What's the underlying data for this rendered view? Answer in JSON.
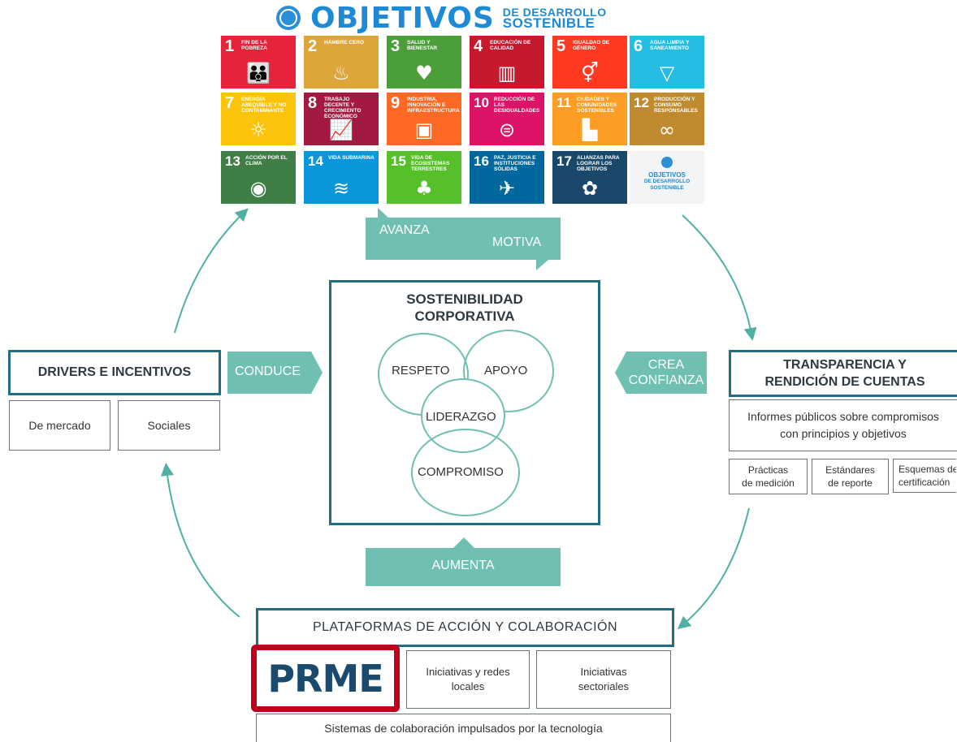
{
  "header": {
    "title_main": "OBJETIVOS",
    "title_sub_1": "DE DESARROLLO",
    "title_sub_2": "SOSTENIBLE"
  },
  "sdgs": [
    {
      "num": "1",
      "label": "Fin de la pobreza",
      "color": "#e5243b",
      "icon": "people-family-icon",
      "glyph": "👪"
    },
    {
      "num": "2",
      "label": "Hambre cero",
      "color": "#dda63a",
      "icon": "food-bowl-icon",
      "glyph": "♨"
    },
    {
      "num": "3",
      "label": "Salud y bienestar",
      "color": "#4c9f38",
      "icon": "heartbeat-icon",
      "glyph": "♥"
    },
    {
      "num": "4",
      "label": "Educación de calidad",
      "color": "#c5192d",
      "icon": "book-icon",
      "glyph": "▥"
    },
    {
      "num": "5",
      "label": "Igualdad de género",
      "color": "#ff3a21",
      "icon": "gender-equality-icon",
      "glyph": "⚥"
    },
    {
      "num": "6",
      "label": "Agua limpia y saneamiento",
      "color": "#26bde2",
      "icon": "water-drop-icon",
      "glyph": "▽"
    },
    {
      "num": "7",
      "label": "Energía asequible y no contaminante",
      "color": "#fcc30b",
      "icon": "sun-power-icon",
      "glyph": "☼"
    },
    {
      "num": "8",
      "label": "Trabajo decente y crecimiento económico",
      "color": "#a21942",
      "icon": "growth-chart-icon",
      "glyph": "📈"
    },
    {
      "num": "9",
      "label": "Industria, innovación e infraestructura",
      "color": "#fd6925",
      "icon": "cubes-icon",
      "glyph": "▣"
    },
    {
      "num": "10",
      "label": "Reducción de las desigualdades",
      "color": "#dd1367",
      "icon": "equal-sign-icon",
      "glyph": "⊜"
    },
    {
      "num": "11",
      "label": "Ciudades y comunidades sostenibles",
      "color": "#fd9d24",
      "icon": "city-buildings-icon",
      "glyph": "▙"
    },
    {
      "num": "12",
      "label": "Producción y consumo responsables",
      "color": "#bf8b2e",
      "icon": "infinity-loop-icon",
      "glyph": "∞"
    },
    {
      "num": "13",
      "label": "Acción por el clima",
      "color": "#3f7e44",
      "icon": "eye-globe-icon",
      "glyph": "◉"
    },
    {
      "num": "14",
      "label": "Vida submarina",
      "color": "#0a97d9",
      "icon": "fish-icon",
      "glyph": "≋"
    },
    {
      "num": "15",
      "label": "Vida de ecosistemas terrestres",
      "color": "#56c02b",
      "icon": "tree-icon",
      "glyph": "♣"
    },
    {
      "num": "16",
      "label": "Paz, justicia e instituciones sólidas",
      "color": "#00689d",
      "icon": "dove-icon",
      "glyph": "✈"
    },
    {
      "num": "17",
      "label": "Alianzas para lograr los objetivos",
      "color": "#19486a",
      "icon": "flower-rings-icon",
      "glyph": "✿"
    }
  ],
  "sdg_logo": {
    "line1": "OBJETIVOS",
    "line2": "DE DESARROLLO",
    "line3": "SOSTENIBLE"
  },
  "arrows": {
    "avanza": "AVANZA",
    "motiva": "MOTIVA",
    "conduce": "CONDUCE",
    "crea_1": "CREA",
    "crea_2": "CONFIANZA",
    "aumenta": "AUMENTA"
  },
  "center": {
    "title_1": "SOSTENIBILIDAD",
    "title_2": "CORPORATIVA",
    "respeto": "RESPETO",
    "apoyo": "APOYO",
    "liderazgo": "LIDERAZGO",
    "compromiso": "COMPROMISO"
  },
  "drivers": {
    "title": "DRIVERS E INCENTIVOS",
    "item_1": "De mercado",
    "item_2": "Sociales"
  },
  "transparency": {
    "title_1": "TRANSPARENCIA Y",
    "title_2": "RENDICIÓN DE CUENTAS",
    "reports_1": "Informes públicos sobre compromisos",
    "reports_2": "con principios y objetivos",
    "item_1a": "Prácticas",
    "item_1b": "de medición",
    "item_2a": "Estándares",
    "item_2b": "de reporte",
    "item_3a": "Esquemas de",
    "item_3b": "certificación"
  },
  "platforms": {
    "title": "PLATAFORMAS DE ACCIÓN Y COLABORACIÓN",
    "prme": "PRME",
    "item_1a": "Iniciativas y redes",
    "item_1b": "locales",
    "item_2a": "Iniciativas",
    "item_2b": "sectoriales",
    "tech": "Sistemas de colaboración impulsados por la tecnología"
  },
  "colors": {
    "teal": "#70bfb3",
    "dark_border": "#1f6e86",
    "highlight_red": "#c0001a",
    "prme_blue": "#1a4a6e",
    "un_blue": "#1e8ad6"
  }
}
